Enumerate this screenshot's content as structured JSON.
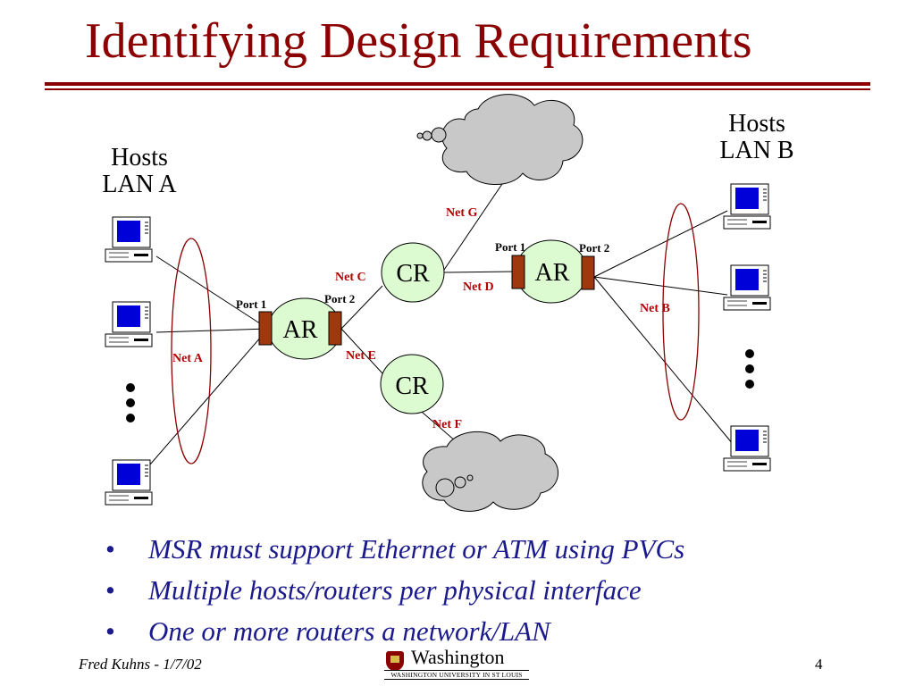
{
  "slide": {
    "title": "Identifying Design Requirements",
    "page_number": "4",
    "footer_author": "Fred Kuhns - 1/7/02"
  },
  "logo": {
    "name": "Washington",
    "subtitle": "WASHINGTON UNIVERSITY IN ST LOUIS"
  },
  "diagram": {
    "hosts_a": {
      "line1": "Hosts",
      "line2": "LAN A"
    },
    "hosts_b": {
      "line1": "Hosts",
      "line2": "LAN B"
    },
    "routers": {
      "access": "AR",
      "core": "CR"
    },
    "ports": {
      "port1": "Port 1",
      "port2": "Port 2"
    },
    "networks": {
      "net_a": "Net A",
      "net_b": "Net B",
      "net_c": "Net C",
      "net_d": "Net D",
      "net_e": "Net E",
      "net_f": "Net F",
      "net_g": "Net G"
    }
  },
  "bullets": [
    "MSR must support Ethernet or ATM using PVCs",
    "Multiple hosts/routers per physical interface",
    "One or more routers a network/LAN"
  ],
  "colors": {
    "title": "#8b0000",
    "net_label": "#b00000",
    "bullet_text": "#1a1a8c",
    "router_fill": "#ddfbd0",
    "port_fill": "#a0380e",
    "cloud_fill": "#c8c8c8"
  }
}
